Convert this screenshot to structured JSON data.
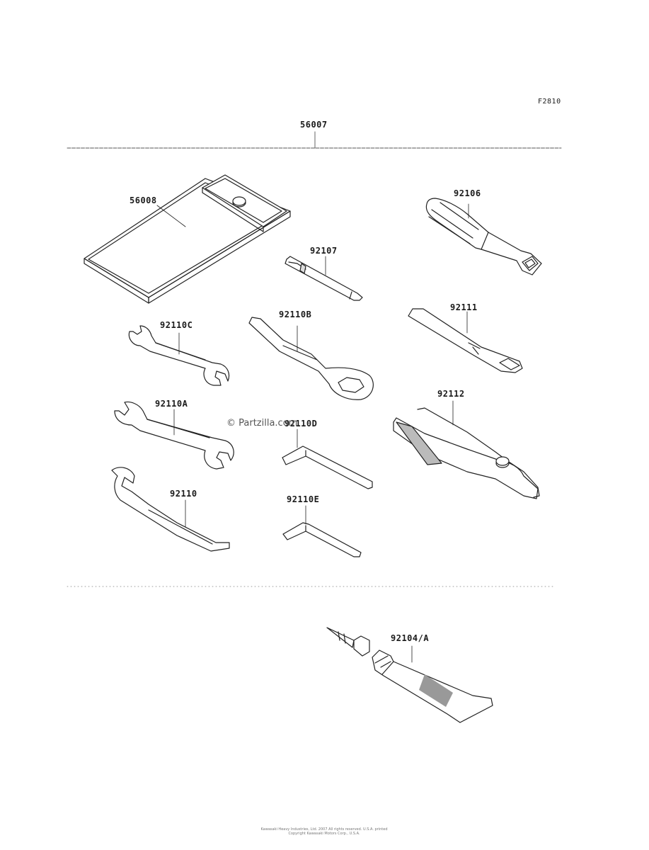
{
  "figure_code": "F2810",
  "watermark": "© Partzilla.com",
  "footer": {
    "line1": "Kawasaki Heavy Industries, Ltd. 2007 All rights reserved. U.S.A. printed",
    "line2": "Copyright Kawasaki Motors Corp., U.S.A."
  },
  "parts": {
    "kit": "56007",
    "pouch": "56008",
    "grip": "92106",
    "driver": "92107",
    "wrench_c": "92110C",
    "ring_wrench": "92110B",
    "extension": "92111",
    "wrench_a": "92110A",
    "wrench_d": "92110D",
    "pliers": "92112",
    "spanner": "92110",
    "hex_key": "92110E",
    "grease": "92104/A"
  }
}
